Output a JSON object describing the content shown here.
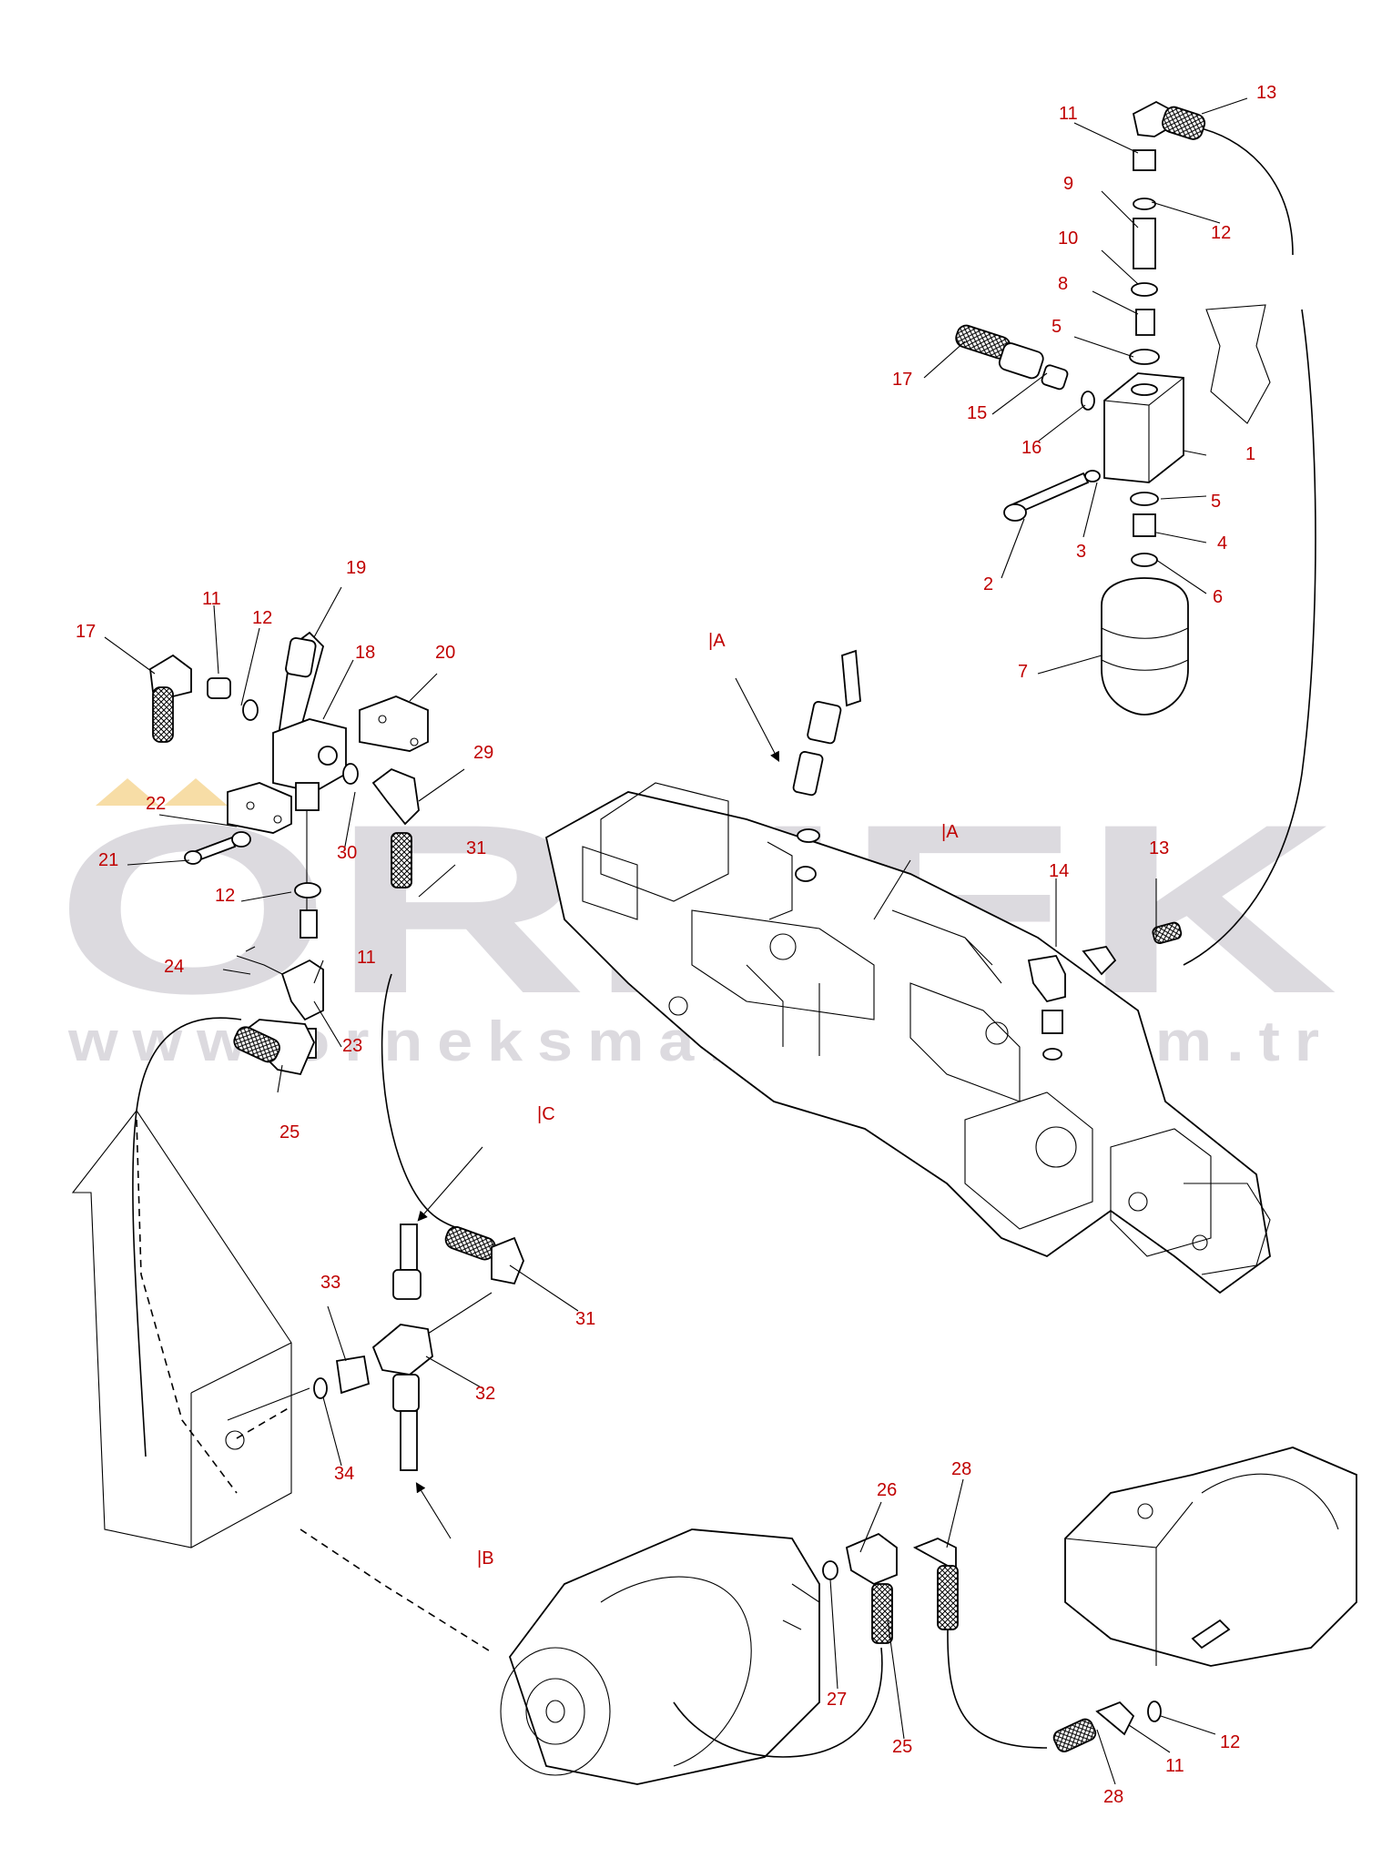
{
  "diagram": {
    "watermark": {
      "main": "ORNEK",
      "url": "www.orneksmakudlari.com.tr",
      "color": "#cfcdd4"
    },
    "callout_color": "#c00000",
    "callouts": [
      {
        "id": "c13a",
        "label": "13"
      },
      {
        "id": "c11a",
        "label": "11"
      },
      {
        "id": "c9",
        "label": "9"
      },
      {
        "id": "c12a",
        "label": "12"
      },
      {
        "id": "c10",
        "label": "10"
      },
      {
        "id": "c8",
        "label": "8"
      },
      {
        "id": "c5a",
        "label": "5"
      },
      {
        "id": "c17a",
        "label": "17"
      },
      {
        "id": "c15",
        "label": "15"
      },
      {
        "id": "c16",
        "label": "16"
      },
      {
        "id": "c1",
        "label": "1"
      },
      {
        "id": "c5b",
        "label": "5"
      },
      {
        "id": "c3",
        "label": "3"
      },
      {
        "id": "c4",
        "label": "4"
      },
      {
        "id": "c2",
        "label": "2"
      },
      {
        "id": "c6",
        "label": "6"
      },
      {
        "id": "c7",
        "label": "7"
      },
      {
        "id": "c19",
        "label": "19"
      },
      {
        "id": "c17b",
        "label": "17"
      },
      {
        "id": "c11b",
        "label": "11"
      },
      {
        "id": "c12b",
        "label": "12"
      },
      {
        "id": "c18",
        "label": "18"
      },
      {
        "id": "c20",
        "label": "20"
      },
      {
        "id": "c29",
        "label": "29"
      },
      {
        "id": "c22",
        "label": "22"
      },
      {
        "id": "c21",
        "label": "21"
      },
      {
        "id": "c30",
        "label": "30"
      },
      {
        "id": "c31a",
        "label": "31"
      },
      {
        "id": "c12c",
        "label": "12"
      },
      {
        "id": "c24",
        "label": "24"
      },
      {
        "id": "c11c",
        "label": "11"
      },
      {
        "id": "c23",
        "label": "23"
      },
      {
        "id": "c25a",
        "label": "25"
      },
      {
        "id": "c13b",
        "label": "13"
      },
      {
        "id": "c14",
        "label": "14"
      },
      {
        "id": "c33",
        "label": "33"
      },
      {
        "id": "c31b",
        "label": "31"
      },
      {
        "id": "c32",
        "label": "32"
      },
      {
        "id": "c34",
        "label": "34"
      },
      {
        "id": "c26",
        "label": "26"
      },
      {
        "id": "c28a",
        "label": "28"
      },
      {
        "id": "c27",
        "label": "27"
      },
      {
        "id": "c25b",
        "label": "25"
      },
      {
        "id": "c12d",
        "label": "12"
      },
      {
        "id": "c11d",
        "label": "11"
      },
      {
        "id": "c28b",
        "label": "28"
      }
    ],
    "view_refs": [
      {
        "id": "rA1",
        "label": "|A"
      },
      {
        "id": "rA2",
        "label": "|A"
      },
      {
        "id": "rC",
        "label": "|C"
      },
      {
        "id": "rB",
        "label": "|B"
      }
    ]
  }
}
